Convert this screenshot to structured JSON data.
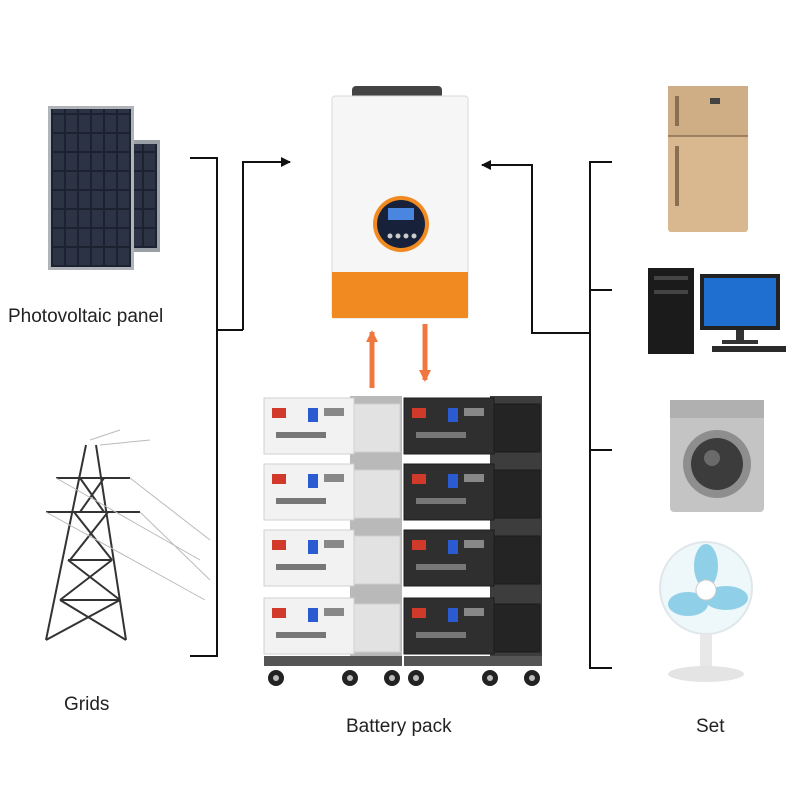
{
  "labels": {
    "pv": "Photovoltaic panel",
    "grid": "Grids",
    "battery": "Battery pack",
    "loads": "Set"
  },
  "colors": {
    "background": "#ffffff",
    "line": "#111111",
    "arrow_orange": "#f07840",
    "inverter_body": "#f4f4f4",
    "inverter_band": "#f28a22",
    "screen_bg": "#17223a",
    "screen_ring": "#f28a22",
    "battery_white": "#f0f0f0",
    "battery_black": "#2e2e2e",
    "fridge": "#d9b88f",
    "monitor_screen": "#1e6fd0",
    "washer": "#b8b8b8",
    "fan_blade": "#8fd0e8"
  },
  "icons": {
    "pv": "solar-panel-icon",
    "grid": "power-tower-icon",
    "inverter": "inverter-icon",
    "battery": "battery-rack-icon",
    "fridge": "refrigerator-icon",
    "pc": "desktop-computer-icon",
    "washer": "washing-machine-icon",
    "fan": "desk-fan-icon"
  }
}
